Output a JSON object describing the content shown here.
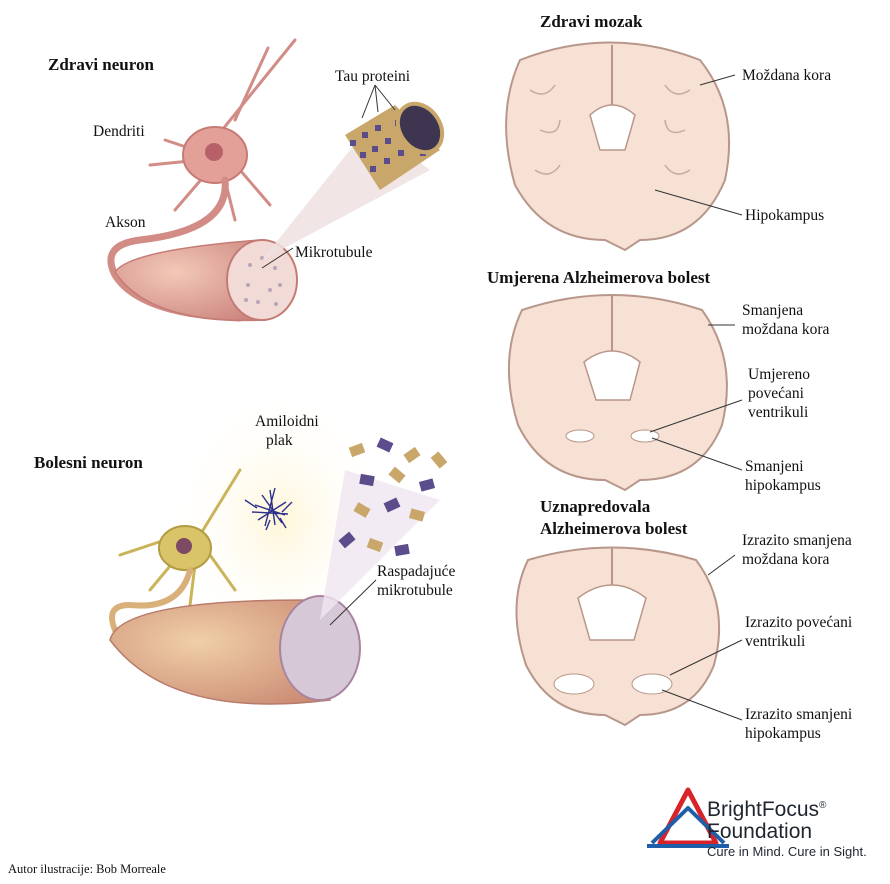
{
  "neuron": {
    "healthy_title": "Zdravi neuron",
    "diseased_title": "Bolesni neuron",
    "labels": {
      "dendrites": "Dendriti",
      "axon": "Akson",
      "tau": "Tau proteini",
      "microtubules": "Mikrotubule",
      "amyloid_1": "Amiloidni",
      "amyloid_2": "plak",
      "disintegrating_1": "Raspadajuće",
      "disintegrating_2": "mikrotubule"
    }
  },
  "brain": {
    "healthy_title": "Zdravi mozak",
    "healthy_cortex": "Moždana kora",
    "healthy_hippocampus": "Hipokampus",
    "moderate_title": "Umjerena Alzheimerova bolest",
    "moderate_cortex_1": "Smanjena",
    "moderate_cortex_2": "moždana kora",
    "moderate_ventricles_1": "Umjereno",
    "moderate_ventricles_2": "povećani",
    "moderate_ventricles_3": "ventrikuli",
    "moderate_hippo_1": "Smanjeni",
    "moderate_hippo_2": "hipokampus",
    "advanced_title_1": "Uznapredovala",
    "advanced_title_2": "Alzheimerova bolest",
    "advanced_cortex_1": "Izrazito smanjena",
    "advanced_cortex_2": "moždana kora",
    "advanced_ventricles_1": "Izrazito povećani",
    "advanced_ventricles_2": "ventrikuli",
    "advanced_hippo_1": "Izrazito smanjeni",
    "advanced_hippo_2": "hipokampus"
  },
  "credit": "Autor ilustracije: Bob Morreale",
  "logo": {
    "name_1": "BrightFocus",
    "registered": "®",
    "name_2": "Foundation",
    "tagline": "Cure in Mind. Cure in Sight."
  },
  "colors": {
    "brain_fill": "#f6e1d4",
    "brain_outline": "#b8978a",
    "neuron_pink": "#d98c87",
    "neuron_yellow": "#d9c46a",
    "tau_purple": "#5b4d8c",
    "amyloid_blue": "#2a2f8a",
    "logo_red": "#d8232a",
    "logo_blue": "#1d5fa8"
  }
}
